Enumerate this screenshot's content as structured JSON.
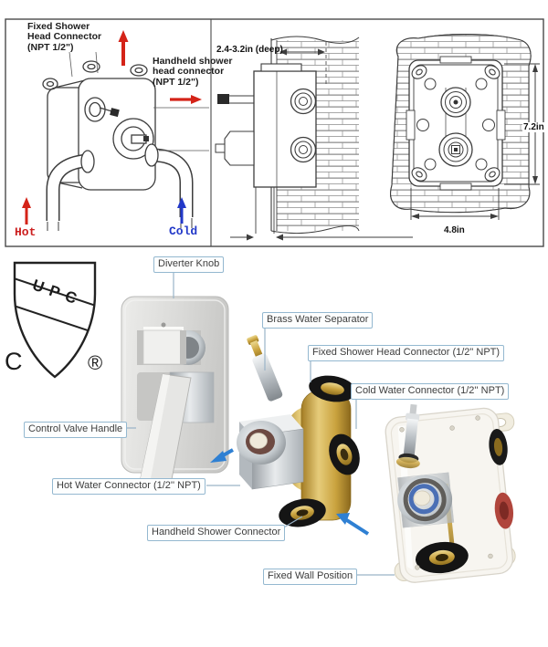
{
  "top_diagram": {
    "annotations": {
      "fixed_shower_connector": "Fixed Shower\nHead Connector\n(NPT 1/2\")",
      "handheld_connector": "Handheld shower\nhead connector\n(NPT 1/2\")",
      "hot": "Hot",
      "cold": "Cold"
    },
    "dimensions": {
      "depth": "2.4-3.2in (deep)",
      "height": "7.2in",
      "width": "4.8in"
    }
  },
  "certification": {
    "org": "UPC",
    "prefix": "C",
    "mark": "®"
  },
  "callouts": {
    "diverter_knob": "Diverter Knob",
    "brass_water_separator": "Brass Water Separator",
    "fixed_shower_head_connector": "Fixed Shower Head Connector (1/2\" NPT)",
    "cold_water_connector": "Cold Water Connector (1/2'' NPT)",
    "control_valve_handle": "Control Valve Handle",
    "hot_water_connector": "Hot Water Connector (1/2'' NPT)",
    "handheld_shower_connector": "Handheld Shower Connector",
    "fixed_wall_position": "Fixed Wall Position"
  },
  "colors": {
    "hot_red": "#cc1f1f",
    "cold_blue": "#2238c8",
    "pointer_blue": "#2f80d3",
    "callout_border": "#94b8d0",
    "brass": "#c9a23e",
    "chrome": "#c3c9cd",
    "line_art": "#3d3d3d"
  }
}
